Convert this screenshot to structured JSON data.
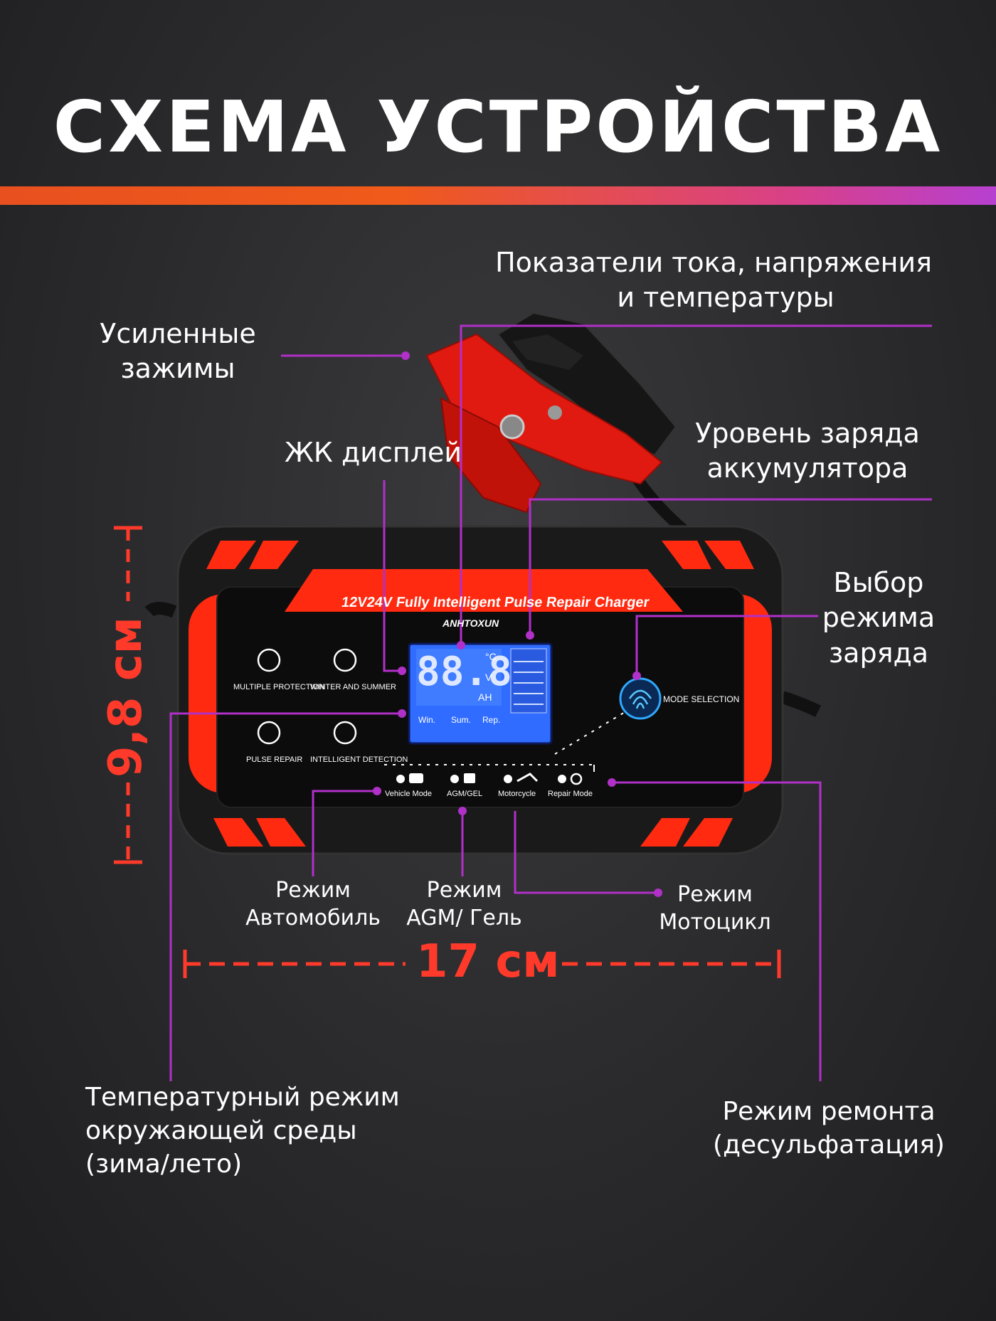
{
  "title": "СХЕМА УСТРОЙСТВА",
  "colors": {
    "accent_orange": "#f05a1a",
    "accent_purple": "#b640d0",
    "callout_line": "#b030c8",
    "dimension_red": "#ff3a2a",
    "device_red": "#ff2a10",
    "lcd_blue": "#2f6cff"
  },
  "callouts": {
    "indicators": [
      "Показатели тока, напряжения",
      "и температуры"
    ],
    "clamps": [
      "Усиленные",
      "зажимы"
    ],
    "lcd": [
      "ЖК дисплей"
    ],
    "battery_level": [
      "Уровень заряда",
      "аккумулятора"
    ],
    "mode_select": [
      "Выбор",
      "режима",
      "заряда"
    ],
    "car_mode": [
      "Режим",
      "Автомобиль"
    ],
    "agm_mode": [
      "Режим",
      "AGM/ Гель"
    ],
    "moto_mode": [
      "Режим",
      "Мотоцикл"
    ],
    "temp_mode": [
      "Температурный режим",
      "окружающей среды",
      "(зима/лето)"
    ],
    "repair_mode": [
      "Режим ремонта",
      "(десульфатация)"
    ]
  },
  "dimensions": {
    "height": "9,8 см",
    "width": "17 см"
  },
  "device": {
    "model_line": "12V24V Fully Intelligent Pulse Repair Charger",
    "brand": "ANHTOXUN",
    "lcd_digits": "88.8",
    "lcd_unit_c": "°C",
    "lcd_unit_v": "V",
    "lcd_unit_ah": "AH",
    "lcd_modes": [
      "Win.",
      "Sum.",
      "Rep."
    ],
    "features": [
      "MULTIPLE PROTECTION",
      "WINTER AND SUMMER",
      "PULSE REPAIR",
      "INTELLIGENT DETECTION"
    ],
    "mode_selection": "MODE SELECTION",
    "modes": [
      "Vehicle Mode",
      "AGM/GEL",
      "Motorcycle",
      "Repair Mode"
    ]
  }
}
